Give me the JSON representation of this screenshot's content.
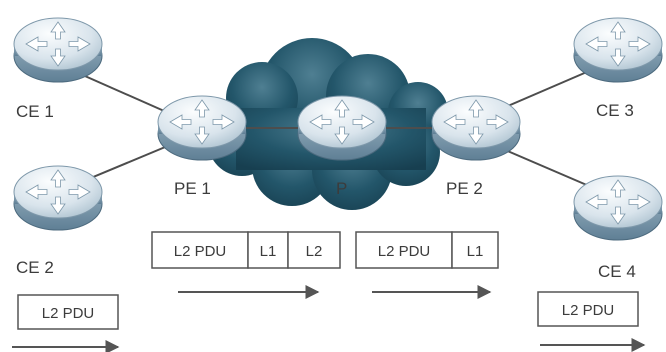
{
  "diagram": {
    "nodes": {
      "ce1": "CE 1",
      "ce2": "CE 2",
      "ce3": "CE 3",
      "ce4": "CE 4",
      "pe1": "PE 1",
      "pe2": "PE 2",
      "p": "P"
    },
    "packets": {
      "ce_left": [
        "L2 PDU"
      ],
      "pe1_to_p": [
        "L2 PDU",
        "L1",
        "L2"
      ],
      "p_to_pe2": [
        "L2 PDU",
        "L1"
      ],
      "ce_right": [
        "L2 PDU"
      ]
    },
    "colors": {
      "cloud": "#1c4c60",
      "router_body": "#8aa6b8",
      "router_top": "#e6eef4",
      "link": "#4d4d4d",
      "arrow": "#555555",
      "box_border": "#555555"
    },
    "icons": {
      "router": "router-icon",
      "cloud": "network-cloud-icon",
      "arrow": "direction-arrow-icon"
    }
  }
}
